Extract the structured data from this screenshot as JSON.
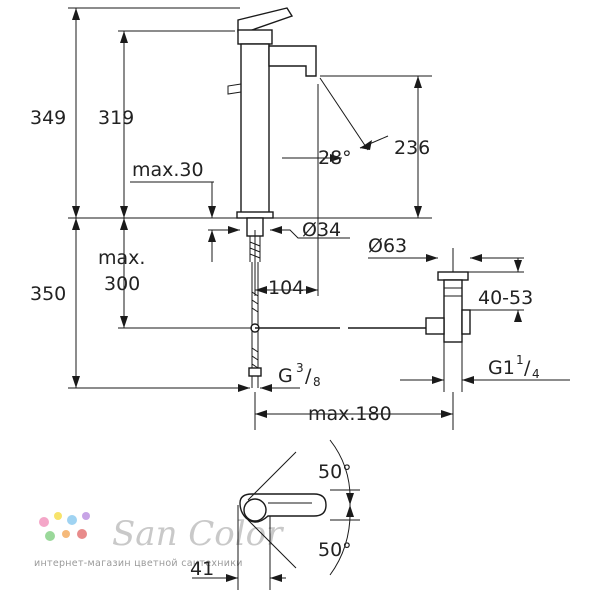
{
  "dimensions": {
    "total_height_top": "349",
    "spout_height": "319",
    "max_30": "max.30",
    "angle_28": "28°",
    "spout_outlet_height": "236",
    "base_diameter": "Ø34",
    "waste_diameter": "Ø63",
    "max_label": "max.",
    "max_300": "300",
    "total_height_bottom": "350",
    "projection": "104",
    "waste_range": "40-53",
    "hose_thread_prefix": "G",
    "hose_thread_num": "3",
    "hose_thread_den": "8",
    "waste_thread_prefix": "G1",
    "waste_thread_num": "1",
    "waste_thread_den": "4",
    "max_180": "max.180",
    "angle_50_top": "50°",
    "angle_50_bottom": "50°",
    "width_41": "41"
  },
  "watermark": {
    "brand": "San Color",
    "tagline": "интернет-магазин цветной сантехники",
    "dot_colors": [
      "#f4a6c8",
      "#f7e36b",
      "#9fd3f2",
      "#c7a4e6",
      "#9ad89a",
      "#f5b97a",
      "#e88b8b"
    ]
  }
}
